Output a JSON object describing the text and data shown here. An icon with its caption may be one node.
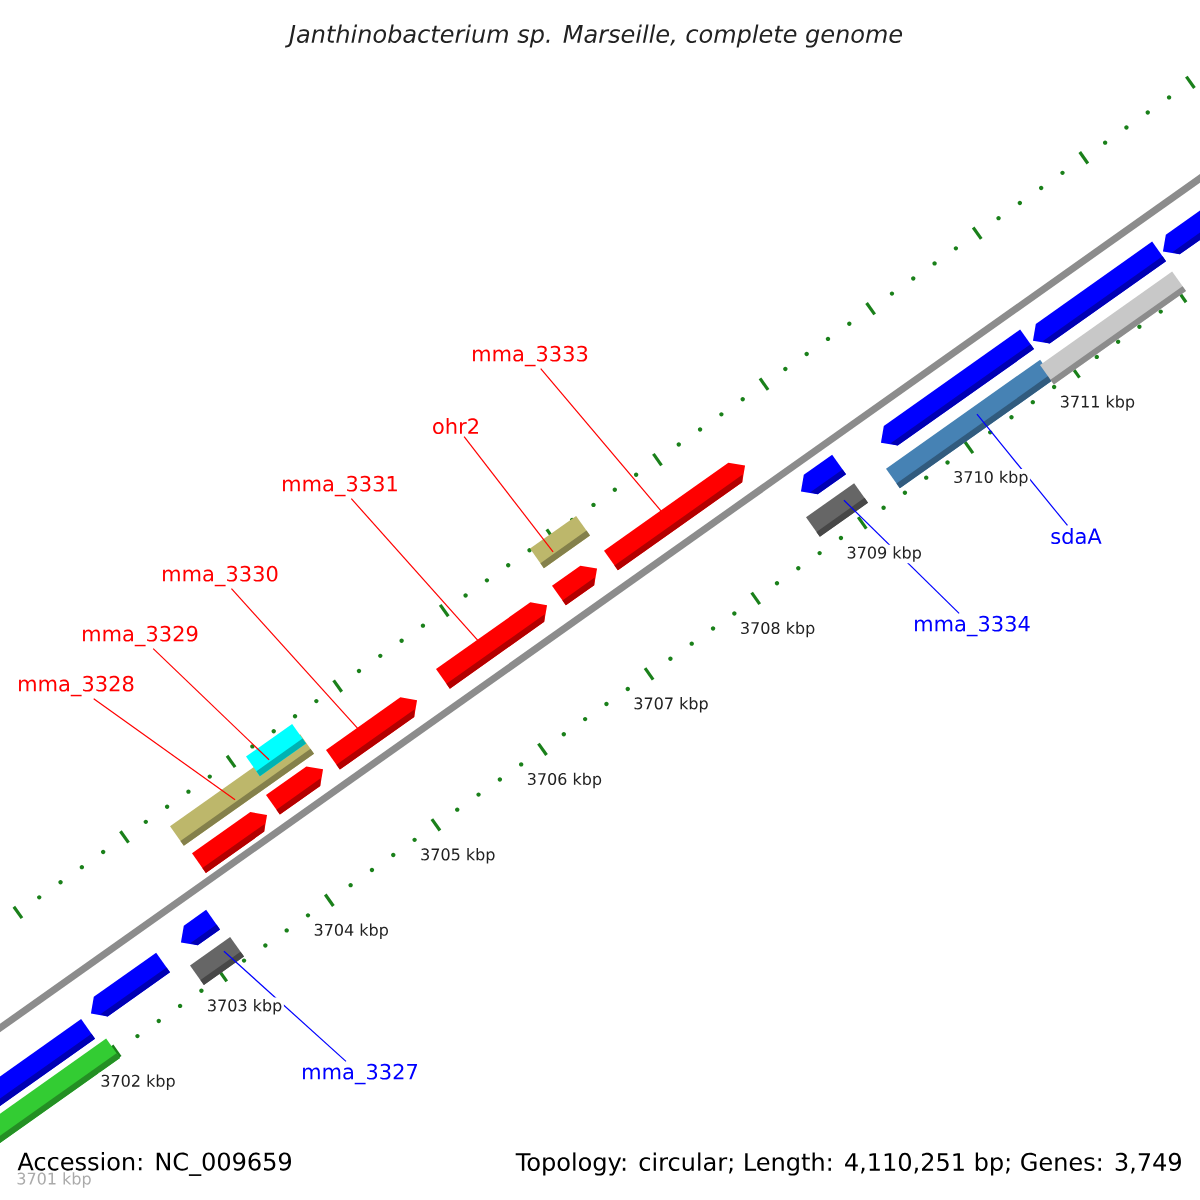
{
  "diagram": {
    "title": "Janthinobacterium sp. Marseille, complete genome",
    "nodes": [
      {
        "text": [
          "mma_3327"
        ]
      },
      {
        "text": [
          "mma_3328"
        ]
      },
      {
        "text": [
          "mma_3329"
        ]
      },
      {
        "text": [
          "mma_3330"
        ]
      },
      {
        "text": [
          "mma_3331"
        ]
      },
      {
        "text": [
          "ohr2"
        ]
      },
      {
        "text": [
          "mma_3333"
        ]
      },
      {
        "text": [
          "mma_3334"
        ]
      },
      {
        "text": [
          "sdaA"
        ]
      },
      {
        "text": [],
        "shape": "bar"
      },
      {
        "text": [],
        "shape": "bar"
      },
      {
        "text": [],
        "shape": "bar"
      },
      {
        "text": [],
        "shape": "bar"
      },
      {
        "text": [],
        "shape": "bar"
      },
      {
        "text": [],
        "shape": "bar"
      },
      {
        "text": [],
        "shape": "bar"
      },
      {
        "text": [],
        "shape": "bar"
      },
      {
        "text": [],
        "shape": "bar"
      },
      {
        "text": [],
        "shape": "bar"
      },
      {
        "text": [],
        "shape": "bar"
      },
      {
        "text": [],
        "shape": "bar"
      },
      {
        "text": [],
        "shape": "bar"
      },
      {
        "text": [],
        "shape": "bar"
      },
      {
        "text": [],
        "shape": "bar"
      },
      {
        "text": [],
        "shape": "bar"
      },
      {
        "text": [],
        "shape": "bar"
      },
      {
        "text": [],
        "shape": "bar"
      },
      {
        "text": [],
        "shape": "bar"
      },
      {
        "text": [],
        "shape": "bar"
      },
      {
        "text": [],
        "shape": "bar"
      }
    ],
    "edges": [
      {
        "from": 0,
        "to": 12,
        "arrow": "none",
        "color": "#0000ff"
      },
      {
        "from": 1,
        "to": 15,
        "arrow": "none",
        "color": "#ff0000"
      },
      {
        "from": 2,
        "to": 17,
        "arrow": "none",
        "color": "#ff0000"
      },
      {
        "from": 3,
        "to": 18,
        "arrow": "none",
        "color": "#ff0000"
      },
      {
        "from": 4,
        "to": 19,
        "arrow": "none",
        "color": "#ff0000"
      },
      {
        "from": 5,
        "to": 21,
        "arrow": "none",
        "color": "#ff0000"
      },
      {
        "from": 6,
        "to": 22,
        "arrow": "none",
        "color": "#ff0000"
      },
      {
        "from": 7,
        "to": 23,
        "arrow": "none",
        "color": "#0000ff"
      },
      {
        "from": 8,
        "to": 25,
        "arrow": "none",
        "color": "#0000ff"
      }
    ],
    "labels": [
      "3701 kbp",
      "3702 kbp",
      "3703 kbp",
      "3704 kbp",
      "3705 kbp",
      "3706 kbp",
      "3707 kbp",
      "3708 kbp",
      "3709 kbp",
      "3710 kbp",
      "3711 kbp",
      "Accession: NC_009659",
      "Topology: circular; Length: 4,110,251 bp; Genes: 3,749"
    ]
  }
}
